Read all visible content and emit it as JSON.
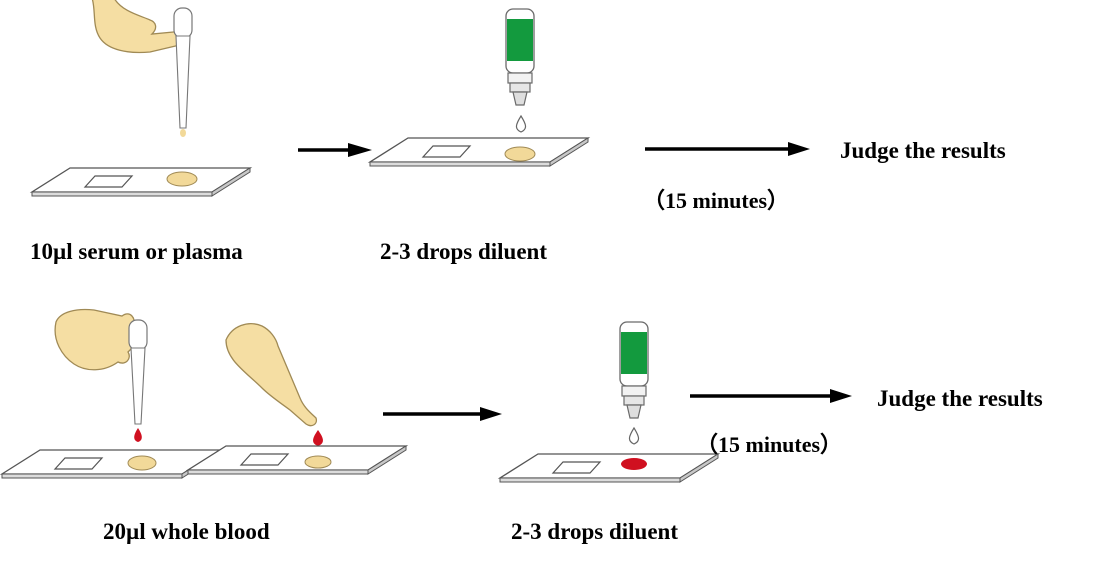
{
  "colors": {
    "skin": "#f5dea3",
    "skin_outline": "#a08a55",
    "sample_spot": "#f2d999",
    "blood": "#d01020",
    "diluent_bottle_band": "#139a3e",
    "card_outline": "#555555",
    "arrow": "#000000"
  },
  "row_serum": {
    "step1_label": "10µl serum or plasma",
    "step2_label": "2-3 drops diluent",
    "wait_label": "（15 minutes）",
    "result_label": "Judge the results"
  },
  "row_blood": {
    "step1_label": "20µl whole blood",
    "step2_label": "2-3 drops diluent",
    "wait_label": "（15 minutes）",
    "result_label": "Judge the results"
  }
}
